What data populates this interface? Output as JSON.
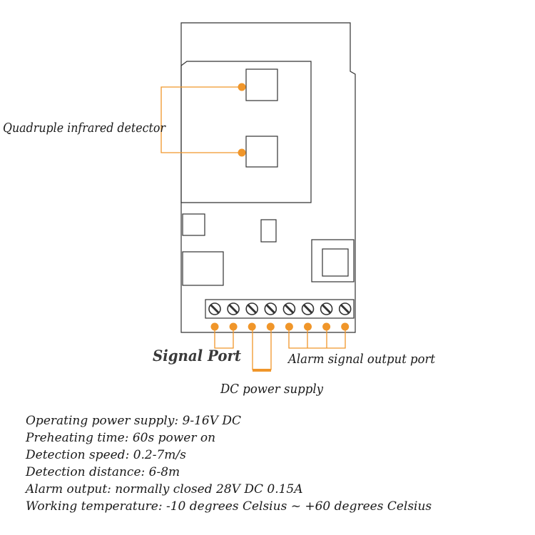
{
  "labels": {
    "detector": "Quadruple infrared detector",
    "signal_port": "Signal Port",
    "alarm_port": "Alarm signal output port",
    "dc_power": "DC power supply"
  },
  "terminal_count": 8,
  "colors": {
    "accent": "#f0962a",
    "outline": "#333333"
  },
  "specs": [
    "Operating power supply: 9-16V DC",
    "Preheating time: 60s power on",
    "Detection speed: 0.2-7m/s",
    "Detection distance: 6-8m",
    "Alarm output: normally closed 28V DC 0.15A",
    "Working temperature: -10 degrees Celsius ~ +60 degrees Celsius"
  ]
}
